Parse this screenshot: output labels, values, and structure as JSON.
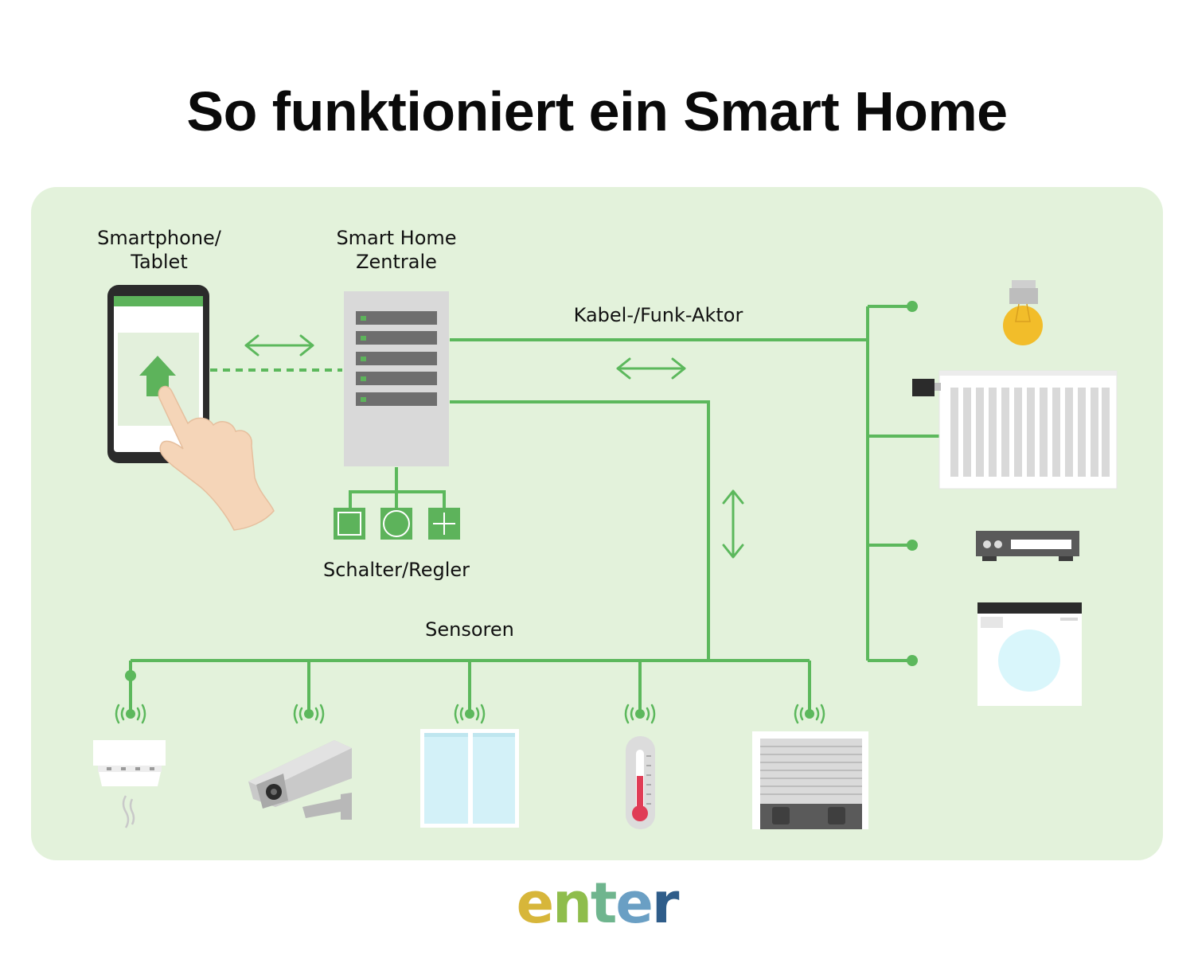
{
  "title": "So funktioniert ein Smart Home",
  "labels": {
    "smartphone_line1": "Smartphone/",
    "smartphone_line2": "Tablet",
    "hub_line1": "Smart Home",
    "hub_line2": "Zentrale",
    "actuator": "Kabel-/Funk-Aktor",
    "switches": "Schalter/Regler",
    "sensors": "Sensoren"
  },
  "brand": {
    "parts": [
      "e",
      "n",
      "t",
      "e",
      "r"
    ],
    "colors": [
      "#d7b63a",
      "#8fbd4c",
      "#6fb58e",
      "#6a9fc4",
      "#2f5d8a"
    ]
  },
  "colors": {
    "line_green": "#5cb85c",
    "panel_bg": "#e3f2db",
    "device_green": "#5db35b",
    "hub_gray": "#d9d9d9",
    "slot_gray": "#6e6e6e"
  },
  "icons": {
    "phone": "smartphone-icon",
    "hand": "pointing-hand-icon",
    "hub": "server-icon",
    "bulb": "light-bulb-icon",
    "radiator": "radiator-icon",
    "receiver": "receiver-icon",
    "washer": "washing-machine-icon",
    "smoke": "smoke-detector-icon",
    "camera": "security-camera-icon",
    "window": "window-icon",
    "thermometer": "thermometer-icon",
    "shutter": "roller-shutter-icon"
  }
}
